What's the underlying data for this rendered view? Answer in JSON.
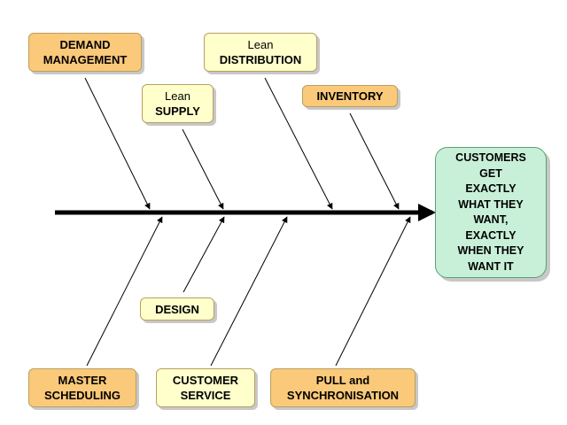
{
  "causes_top": [
    {
      "id": "demand",
      "lines": [
        "DEMAND",
        "MANAGEMENT"
      ],
      "style": "orange",
      "bold": true
    },
    {
      "id": "lean-supply",
      "lines": [
        "Lean",
        "SUPPLY"
      ],
      "style": "pale",
      "bold": false
    },
    {
      "id": "lean-distribution",
      "lines": [
        "Lean",
        "DISTRIBUTION"
      ],
      "style": "pale",
      "bold": false
    },
    {
      "id": "inventory",
      "lines": [
        "INVENTORY"
      ],
      "style": "orange",
      "bold": true
    }
  ],
  "causes_bottom": [
    {
      "id": "design",
      "lines": [
        "DESIGN"
      ],
      "style": "pale",
      "bold": true
    },
    {
      "id": "master-scheduling",
      "lines": [
        "MASTER",
        "SCHEDULING"
      ],
      "style": "orange",
      "bold": true
    },
    {
      "id": "customer-service",
      "lines": [
        "CUSTOMER",
        "SERVICE"
      ],
      "style": "pale",
      "bold": true
    },
    {
      "id": "pull-sync",
      "lines": [
        "PULL and",
        "SYNCHRONISATION"
      ],
      "style": "orange",
      "bold": true
    }
  ],
  "labels": {
    "demand": "DEMAND\nMANAGEMENT",
    "lean_supply_1": "Lean",
    "lean_supply_2": "SUPPLY",
    "lean_distribution_1": "Lean",
    "lean_distribution_2": "DISTRIBUTION",
    "inventory": "INVENTORY",
    "design": "DESIGN",
    "master_scheduling": "MASTER\nSCHEDULING",
    "customer_service": "CUSTOMER\nSERVICE",
    "pull_sync": "PULL and\nSYNCHRONISATION"
  },
  "outcome": {
    "text": "CUSTOMERS\nGET\nEXACTLY\nWHAT THEY\nWANT,\nEXACTLY\nWHEN THEY\nWANT IT"
  },
  "colors": {
    "orange_box": "#fbc97a",
    "pale_box": "#ffffcc",
    "outcome_box": "#c8f0d8",
    "spine": "#000000"
  }
}
